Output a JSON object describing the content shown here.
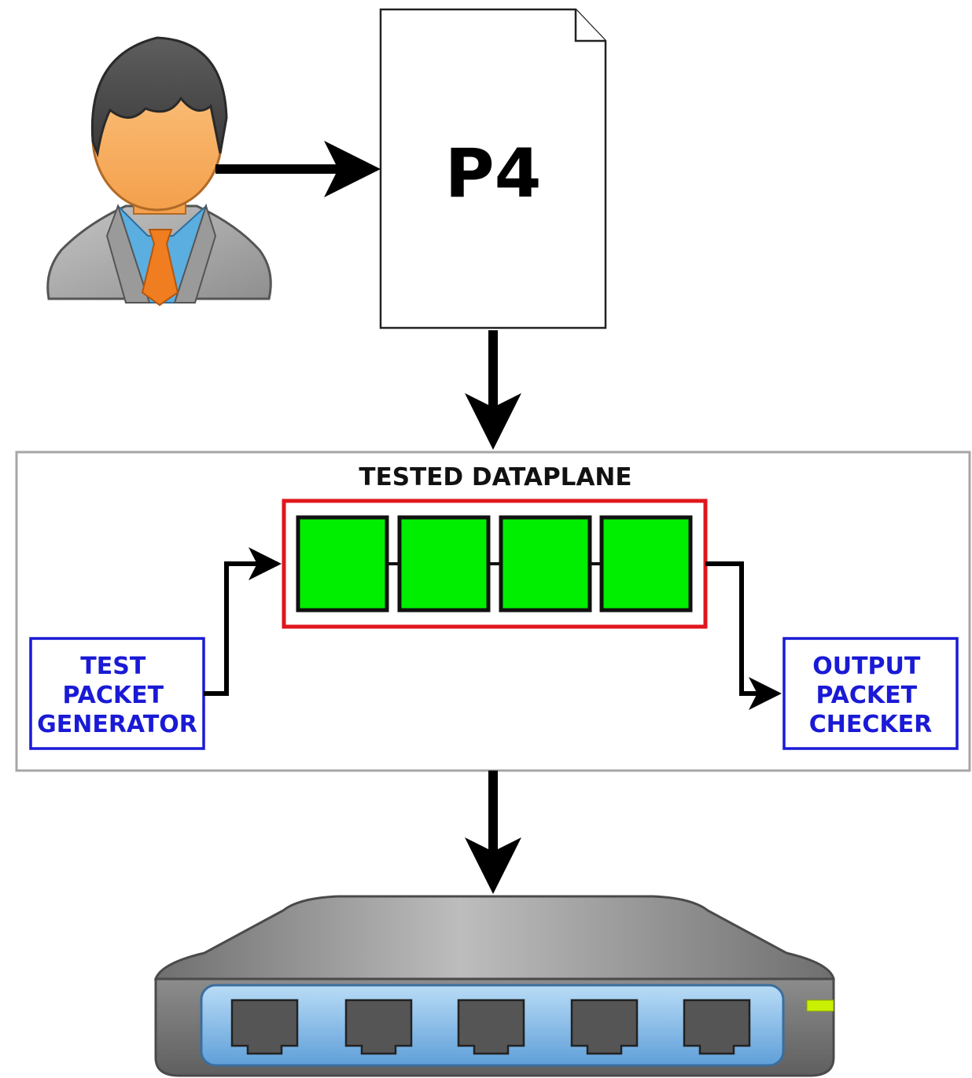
{
  "document": {
    "label": "P4"
  },
  "dataplane": {
    "title": "TESTED DATAPLANE",
    "stage_count": 4,
    "colors": {
      "container_border": "#a6a6a6",
      "pipeline_border": "#e0161c",
      "stage_fill": "#00ee00",
      "stage_border": "#111111"
    }
  },
  "generator": {
    "lines": [
      "TEST",
      "PACKET",
      "GENERATOR"
    ],
    "color": "#1a1ad6"
  },
  "checker": {
    "lines": [
      "OUTPUT",
      "PACKET",
      "CHECKER"
    ],
    "color": "#1a1ad6"
  },
  "user": {
    "icon": "user-avatar-icon",
    "colors": {
      "hair": "#4a4a4a",
      "skin": "#f8b267",
      "suit": "#a7a7a7",
      "shirt": "#5aaee0",
      "tie": "#f07d1f"
    }
  },
  "switch": {
    "icon": "network-switch-icon",
    "port_count": 5,
    "colors": {
      "body": "#8a8a8a",
      "panel": "#7cb8e8",
      "port": "#555555",
      "led": "#c8f000"
    }
  }
}
